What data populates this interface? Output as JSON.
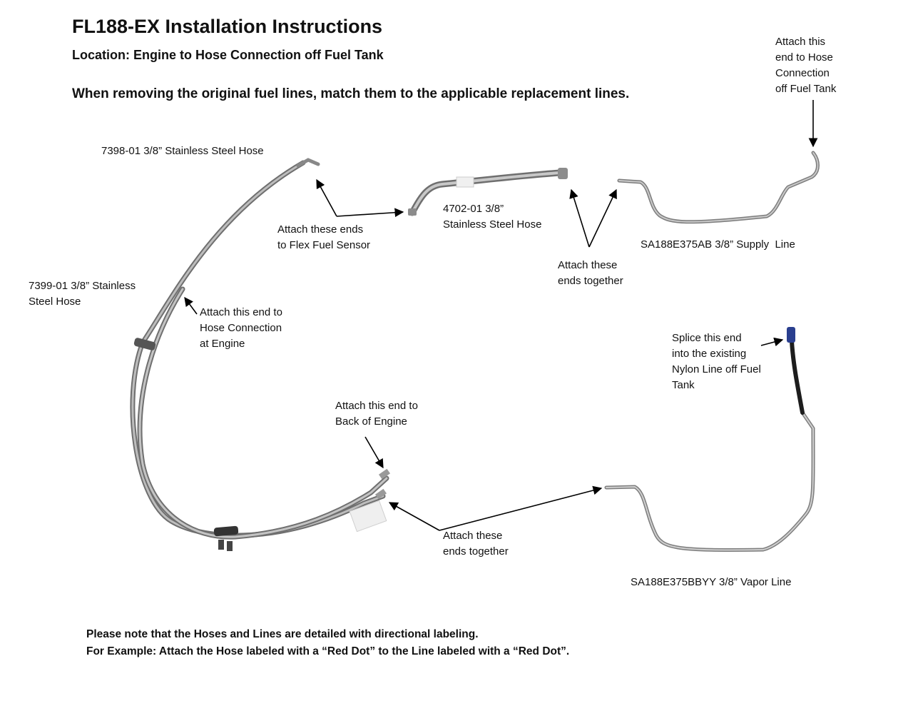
{
  "header": {
    "title": "FL188-EX Installation Instructions",
    "location": "Location: Engine to Hose Connection off Fuel Tank",
    "instruction": "When removing the original fuel lines, match them to the applicable replacement lines."
  },
  "parts": {
    "hose_7398": "7398-01 3/8” Stainless Steel Hose",
    "hose_7399": "7399-01 3/8” Stainless\nSteel Hose",
    "hose_4702": "4702-01 3/8”\nStainless Steel Hose",
    "supply_line": "SA188E375AB 3/8” Supply  Line",
    "vapor_line": "SA188E375BBYY 3/8” Vapor Line"
  },
  "callouts": {
    "flex_fuel": "Attach these ends\nto Flex Fuel Sensor",
    "ends_together_top": "Attach these\nends together",
    "tank_supply": "Attach this\nend to Hose\nConnection\noff Fuel Tank",
    "engine_hose": "Attach this end to\nHose Connection\nat Engine",
    "back_engine": "Attach this end to\nBack of Engine",
    "ends_together_bottom": "Attach these\nends together",
    "splice_nylon": "Splice this end\ninto the existing\nNylon Line off Fuel\nTank"
  },
  "footer": {
    "note1": "Please note that the Hoses and Lines are detailed with directional labeling.",
    "note2": "For Example: Attach the Hose labeled with a “Red Dot” to the Line labeled with a “Red Dot”."
  }
}
